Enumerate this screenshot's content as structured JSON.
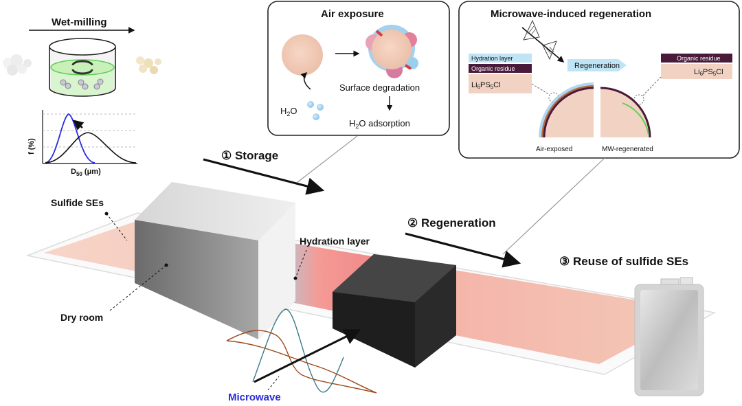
{
  "wet_milling": {
    "title": "Wet-milling",
    "y_axis": "f (%)",
    "x_axis": "D",
    "x_axis_sub": "50",
    "x_axis_unit": " (μm)"
  },
  "air_exposure": {
    "title": "Air exposure",
    "h2o": "H",
    "h2o_sub": "2",
    "h2o_tail": "O",
    "surface_degradation": "Surface degradation",
    "h2o_adsorption_a": "H",
    "h2o_adsorption_sub": "2",
    "h2o_adsorption_b": "O adsorption"
  },
  "microwave_regen": {
    "title": "Microwave-induced regeneration",
    "hydration_layer": "Hydration layer",
    "organic_residue_left": "Organic residue",
    "lpsc_left_a": "Li",
    "lpsc_left_sub1": "6",
    "lpsc_left_b": "PS",
    "lpsc_left_sub2": "5",
    "lpsc_left_c": "Cl",
    "regeneration_arrow": "Regeneration",
    "organic_residue_right": "Organic residue",
    "lpsc_right_a": "Li",
    "lpsc_right_sub1": "6",
    "lpsc_right_b": "PS",
    "lpsc_right_sub2": "5",
    "lpsc_right_c": "Cl",
    "air_exposed": "Air-exposed",
    "mw_regenerated": "MW-regenerated"
  },
  "steps": {
    "storage": "① Storage",
    "regeneration": "② Regeneration",
    "reuse": "③ Reuse of sulfide SEs"
  },
  "labels": {
    "sulfide_ses": "Sulfide SEs",
    "dry_room": "Dry room",
    "hydration_layer": "Hydration layer",
    "microwave": "Microwave"
  },
  "colors": {
    "microwave_text": "#2b2bd9",
    "particle": "#f0c8b5",
    "organic_residue": "#4a1a3a",
    "hydration": "#bfe4f5"
  }
}
